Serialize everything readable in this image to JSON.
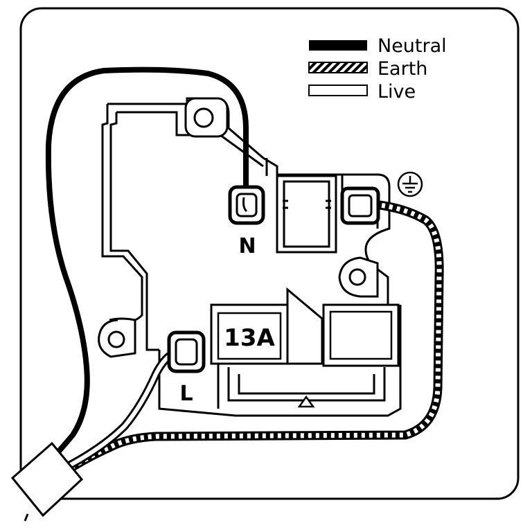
{
  "legend": {
    "neutral": "Neutral",
    "earth": "Earth",
    "live": "Live"
  },
  "terminals": {
    "neutral": "N",
    "live": "L"
  },
  "fuse": {
    "rating": "13A"
  },
  "colors": {
    "ink": "#000000",
    "background": "#ffffff",
    "plate": "#ffffff"
  }
}
